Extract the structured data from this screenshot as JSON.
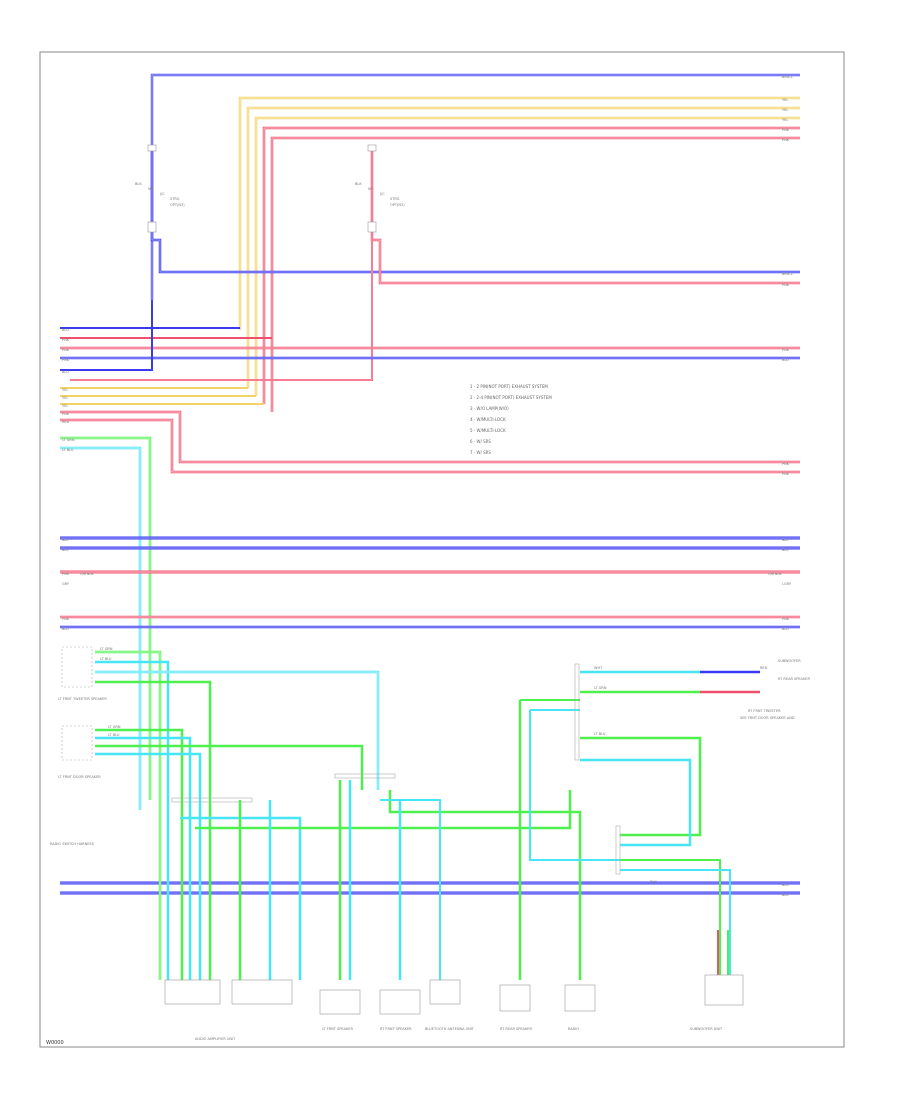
{
  "colors": {
    "blue": "#3a3af0",
    "red": "#f0506e",
    "yellow": "#f2d36b",
    "green": "#4ef04e",
    "cyan": "#47e6f5",
    "frame": "#888888"
  },
  "footer_code": "W0000",
  "legend": [
    "1 - 2 PIN(NOT PORT) EXHAUST SYSTEM",
    "2 - 2-4 PIN(NOT PORT) EXHAUST SYSTEM",
    "3 - W/O LAMP(W/O)",
    "4 - W/MULTI-LOCK",
    "5 - W/MULTI-LOCK",
    "6 - W/ SRS",
    "7 - W/ SRS"
  ],
  "right_labels": {
    "r1": "BRN-L",
    "r2": "YEL",
    "r3": "YEL",
    "r4": "YEL",
    "r5": "PNK",
    "r6": "PNK",
    "r7": "BRN-L",
    "r8": "PNK",
    "r9": "PNK",
    "r10": "BLU",
    "r11": "PNK",
    "r12": "PNK",
    "r13": "BLU",
    "r14": "BLU",
    "r15": "CRYNGL",
    "r16": "LGRY",
    "r17": "PNK",
    "r18": "BLU",
    "r19": "BLU",
    "r20": "BLU"
  },
  "left_labels": [
    "BLU",
    "PNK",
    "PNK",
    "PNK",
    "BLU",
    "YEL",
    "YEL",
    "YEL",
    "PNK",
    "RED",
    "LT GRN",
    "LT BLU"
  ],
  "left_labels_lower": {
    "l1": "BLU",
    "l2": "BLU",
    "l3": "PNK",
    "l4": "GRY",
    "l5": "PNK",
    "l6": "BLU"
  },
  "left_crynl": "CRYNGL",
  "speaker_labels": {
    "left_front_tweeter": "LT FRNT TWEETER SPEAKER",
    "left_front_door": "LT FRNT DOOR SPEAKER",
    "radio_switch": "RADIO SWITCH HARNESS"
  },
  "splice_labels": {
    "s1a": "BLK",
    "s1b": "NO",
    "s1c": "J/C",
    "s1d": "STRG",
    "s1e": "OPT(N3)",
    "s2a": "BLK",
    "s2b": "NO",
    "s2c": "J/C",
    "s2d": "STRG",
    "s2e": "OPT(N3)"
  },
  "top_right_components": {
    "rear_speaker": "SUBWOOFER",
    "rear_speaker_sub": "RT REAR SPEAKER",
    "rt_tweeter": "RT FRNT TWEETER",
    "rt_tweeter_sub": "SEE FRNT DOOR SPEAKER AND"
  },
  "bottom_components": [
    "AUDIO AMPLIFIER UNIT",
    "LT FRNT SPEAKER",
    "RT FRNT SPEAKER",
    "BLUETOOTH ANTENNA UNIT",
    "RT REAR SPEAKER",
    "RADIO",
    "SUBWOOFER UNIT"
  ],
  "wire_codes": {
    "c1": "LT GRN",
    "c2": "LT BLU",
    "c3": "LT GRN",
    "c4": "LT BLU",
    "c5": "WHT",
    "c6": "LT GRN",
    "c7": "LT BLU",
    "c8": "BLK",
    "c9": "RED"
  }
}
